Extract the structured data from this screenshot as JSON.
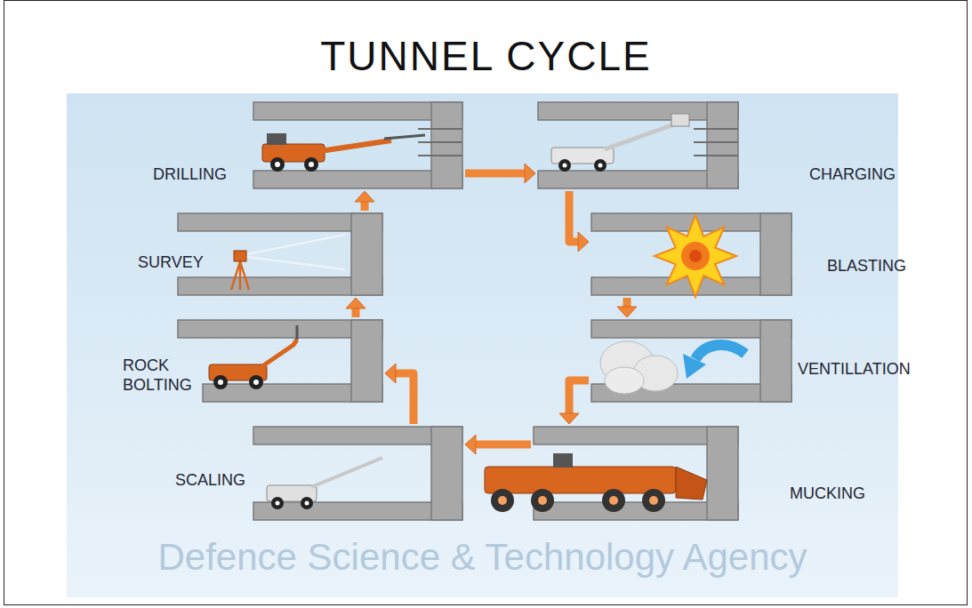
{
  "diagram": {
    "title": "TUNNEL CYCLE",
    "nodes": [
      {
        "text": [
          "DRILLING"
        ]
      },
      {
        "text": [
          "CHARGING"
        ]
      },
      {
        "text": [
          "BLASTING"
        ]
      },
      {
        "text": [
          "VENTILLATION"
        ]
      },
      {
        "text": [
          "MUCKING"
        ]
      },
      {
        "text": [
          "SCALING"
        ]
      },
      {
        "text": [
          "ROCK BOLTING"
        ]
      },
      {
        "text": [
          "SURVEY"
        ]
      }
    ],
    "edges": [
      {
        "from": 0,
        "to": 1,
        "arrow": "to"
      },
      {
        "from": 1,
        "to": 2,
        "arrow": "to"
      },
      {
        "from": 2,
        "to": 3,
        "arrow": "to"
      },
      {
        "from": 3,
        "to": 4,
        "arrow": "to"
      },
      {
        "from": 4,
        "to": 5,
        "arrow": "to"
      },
      {
        "from": 5,
        "to": 6,
        "arrow": "to"
      },
      {
        "from": 6,
        "to": 7,
        "arrow": "to"
      },
      {
        "from": 7,
        "to": 0,
        "arrow": "to"
      }
    ],
    "labels": [
      "Defence Science & Technology Agency"
    ]
  }
}
